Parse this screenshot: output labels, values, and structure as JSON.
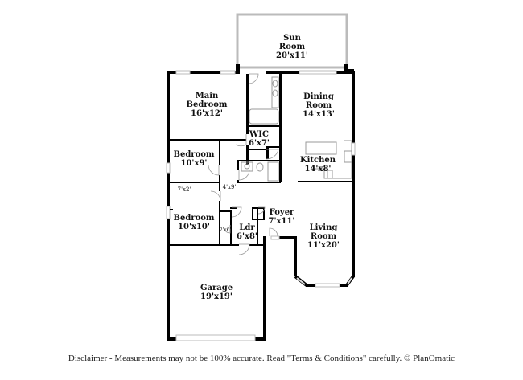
{
  "floorplan": {
    "rooms": [
      {
        "id": "sun-room",
        "name": "Sun",
        "name2": "Room",
        "dims": "20'x11'"
      },
      {
        "id": "main-bedroom",
        "name": "Main",
        "name2": "Bedroom",
        "dims": "16'x12'"
      },
      {
        "id": "dining-room",
        "name": "Dining",
        "name2": "Room",
        "dims": "14'x13'"
      },
      {
        "id": "wic",
        "name": "WIC",
        "dims": "6'x7'"
      },
      {
        "id": "bedroom-1",
        "name": "Bedroom",
        "dims": "10'x9'"
      },
      {
        "id": "kitchen",
        "name": "Kitchen",
        "dims": "14'x8'"
      },
      {
        "id": "closet-1",
        "dims": "7'x2'"
      },
      {
        "id": "hall",
        "dims": "4'x9'"
      },
      {
        "id": "bedroom-2",
        "name": "Bedroom",
        "dims": "10'x10'"
      },
      {
        "id": "closet-2",
        "dims": "2'x6'"
      },
      {
        "id": "laundry",
        "name": "Ldr",
        "dims": "6'x8'"
      },
      {
        "id": "foyer",
        "name": "Foyer",
        "dims": "7'x11'"
      },
      {
        "id": "living-room",
        "name": "Living",
        "name2": "Room",
        "dims": "11'x20'"
      },
      {
        "id": "garage",
        "name": "Garage",
        "dims": "19'x19'"
      }
    ]
  },
  "footer": {
    "disclaimer": "Disclaimer - Measurements may not be 100% accurate. Read \"Terms & Conditions\" carefully. © PlanOmatic"
  },
  "colors": {
    "wall": "#000000",
    "window": "#cccccc",
    "fixture": "#999999",
    "background": "#ffffff"
  }
}
